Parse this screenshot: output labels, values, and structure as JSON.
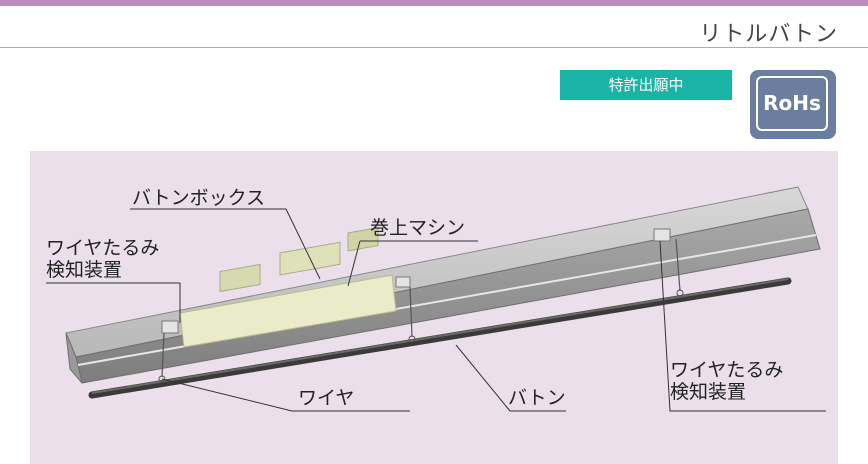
{
  "header": {
    "title": "リトルバトン"
  },
  "badges": {
    "patent": "特許出願中",
    "rohs": "RoHs"
  },
  "figure": {
    "labels": {
      "batten_box": "バトンボックス",
      "winch": "巻上マシン",
      "slack_detector_left": [
        "ワイヤたるみ",
        "検知装置"
      ],
      "slack_detector_right": [
        "ワイヤたるみ",
        "検知装置"
      ],
      "wire": "ワイヤ",
      "batten": "バトン"
    }
  },
  "colors": {
    "accent_bar": "#b98cbd",
    "patent_badge": "#1bb3a6",
    "rohs_badge": "#6c7ea0",
    "figure_bg": "#eadfeb"
  }
}
